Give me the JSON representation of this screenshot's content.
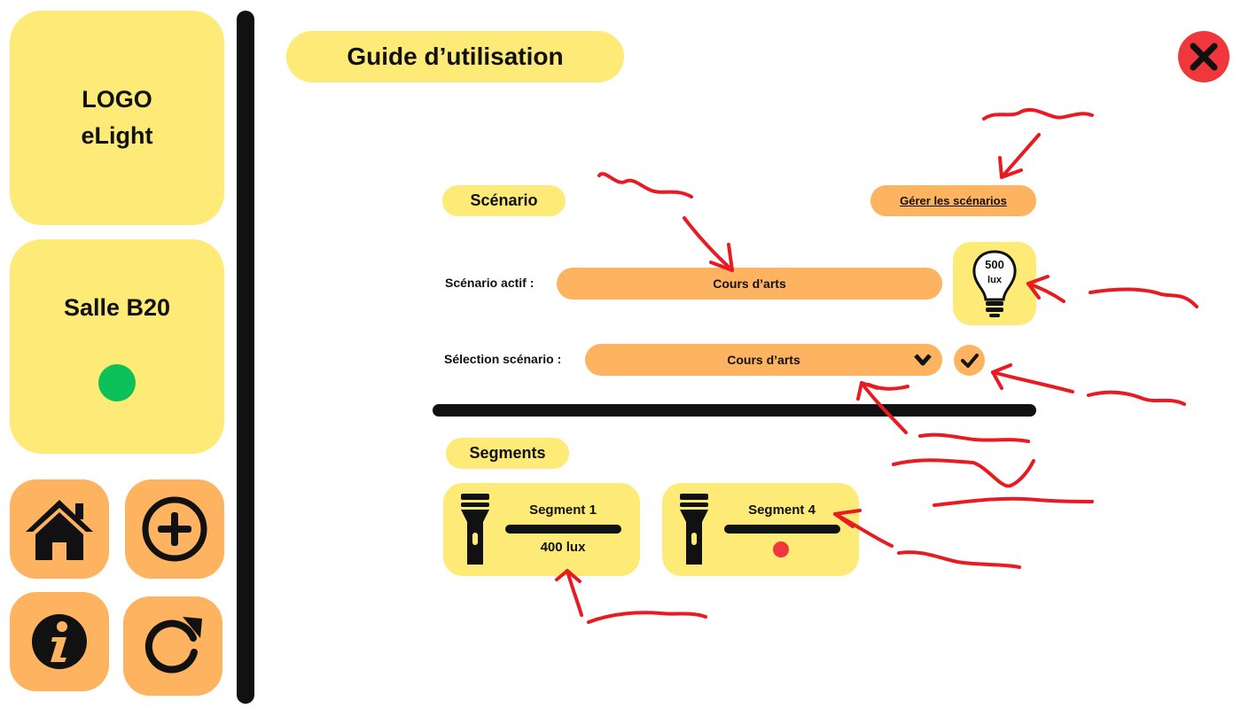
{
  "sidebar": {
    "logo_line1": "LOGO",
    "logo_line2": "eLight",
    "room_name": "Salle B20",
    "status_color": "#0cc05a",
    "buttons": [
      {
        "icon": "home-icon"
      },
      {
        "icon": "add-icon"
      },
      {
        "icon": "info-icon"
      },
      {
        "icon": "refresh-icon"
      }
    ]
  },
  "header": {
    "title": "Guide d’utilisation",
    "close_icon": "close-icon"
  },
  "scenario": {
    "section_label": "Scénario",
    "manage_link": "Gérer les scénarios",
    "active_label": "Scénario actif :",
    "active_value": "Cours d’arts",
    "bulb_value": "500",
    "bulb_unit": "lux",
    "select_label": "Sélection scénario :",
    "select_value": "Cours d’arts"
  },
  "segments": {
    "section_label": "Segments",
    "items": [
      {
        "name": "Segment 1",
        "value": "400 lux"
      },
      {
        "name": "Segment 4",
        "value": ""
      }
    ],
    "error_color": "#f0373c"
  },
  "colors": {
    "yellow": "#fdea77",
    "orange": "#fdb35f",
    "annotation_red": "#e81b23"
  }
}
